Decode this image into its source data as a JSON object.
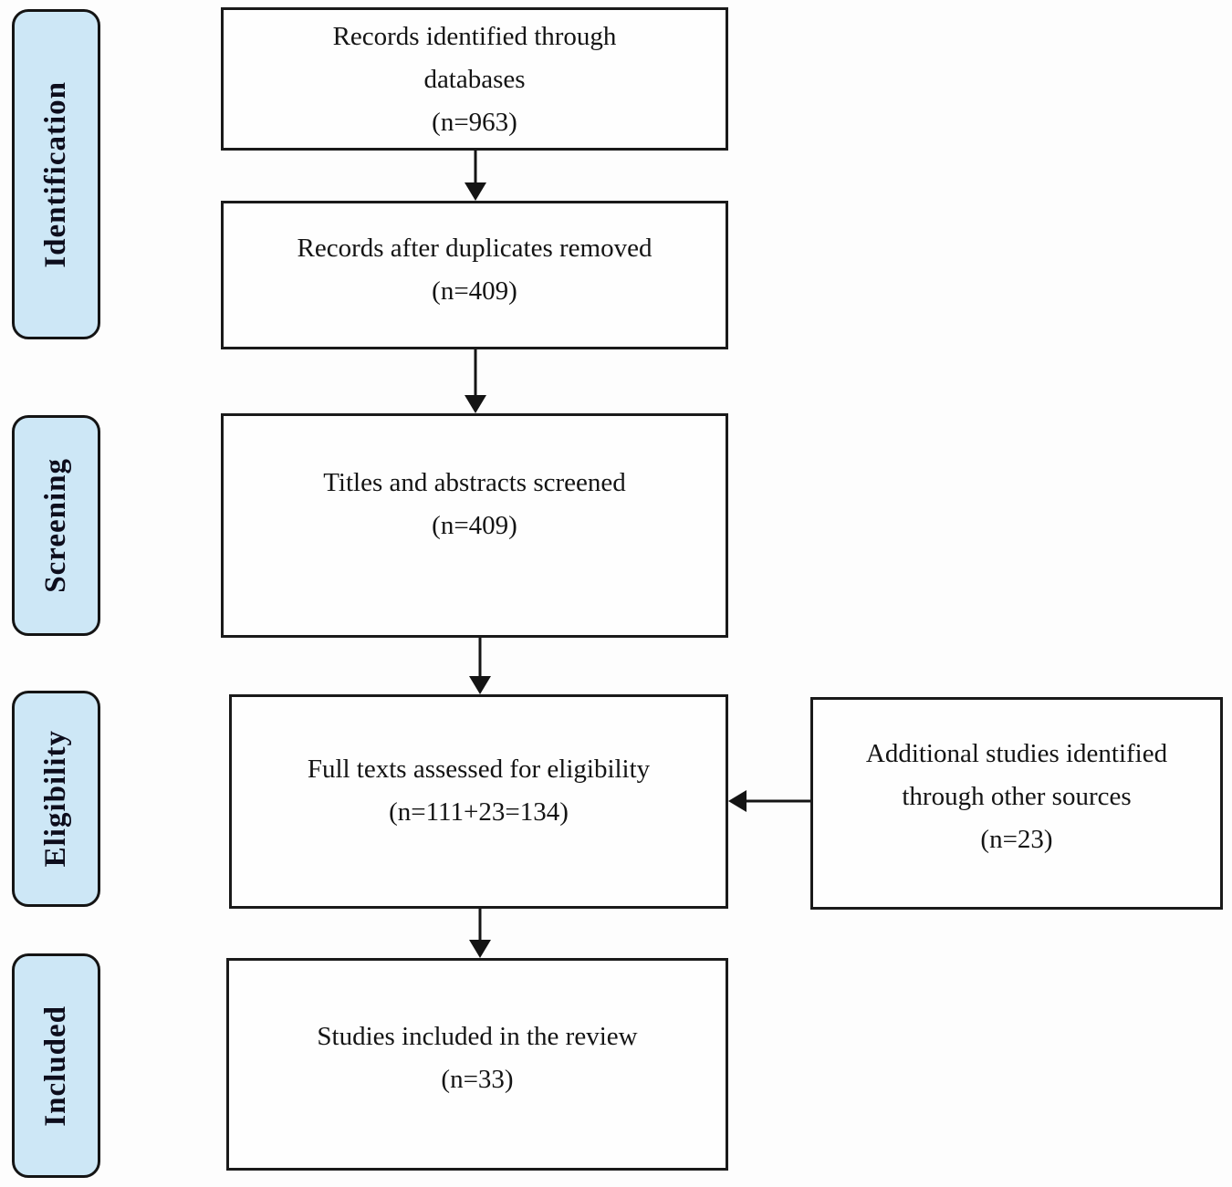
{
  "palette": {
    "stage_fill": "#cde7f6",
    "stage_text": "#0d0d1c",
    "box_border": "#1a1a1a",
    "box_text": "#141414",
    "background": "#fdfdfd"
  },
  "stages": [
    {
      "label": "Identification"
    },
    {
      "label": "Screening"
    },
    {
      "label": "Eligibility"
    },
    {
      "label": "Included"
    }
  ],
  "flow_boxes": [
    {
      "lines": [
        "Records identified through",
        "databases",
        "(n=963)"
      ]
    },
    {
      "lines": [
        "Records after duplicates removed",
        "(n=409)"
      ]
    },
    {
      "lines": [
        "Titles and abstracts screened",
        "(n=409)"
      ]
    },
    {
      "lines": [
        "Full texts assessed for eligibility",
        "(n=111+23=134)"
      ]
    },
    {
      "lines": [
        "Studies included in the review",
        "(n=33)"
      ]
    }
  ],
  "side_box": {
    "lines": [
      "Additional studies identified",
      "through other sources",
      "(n=23)"
    ]
  }
}
